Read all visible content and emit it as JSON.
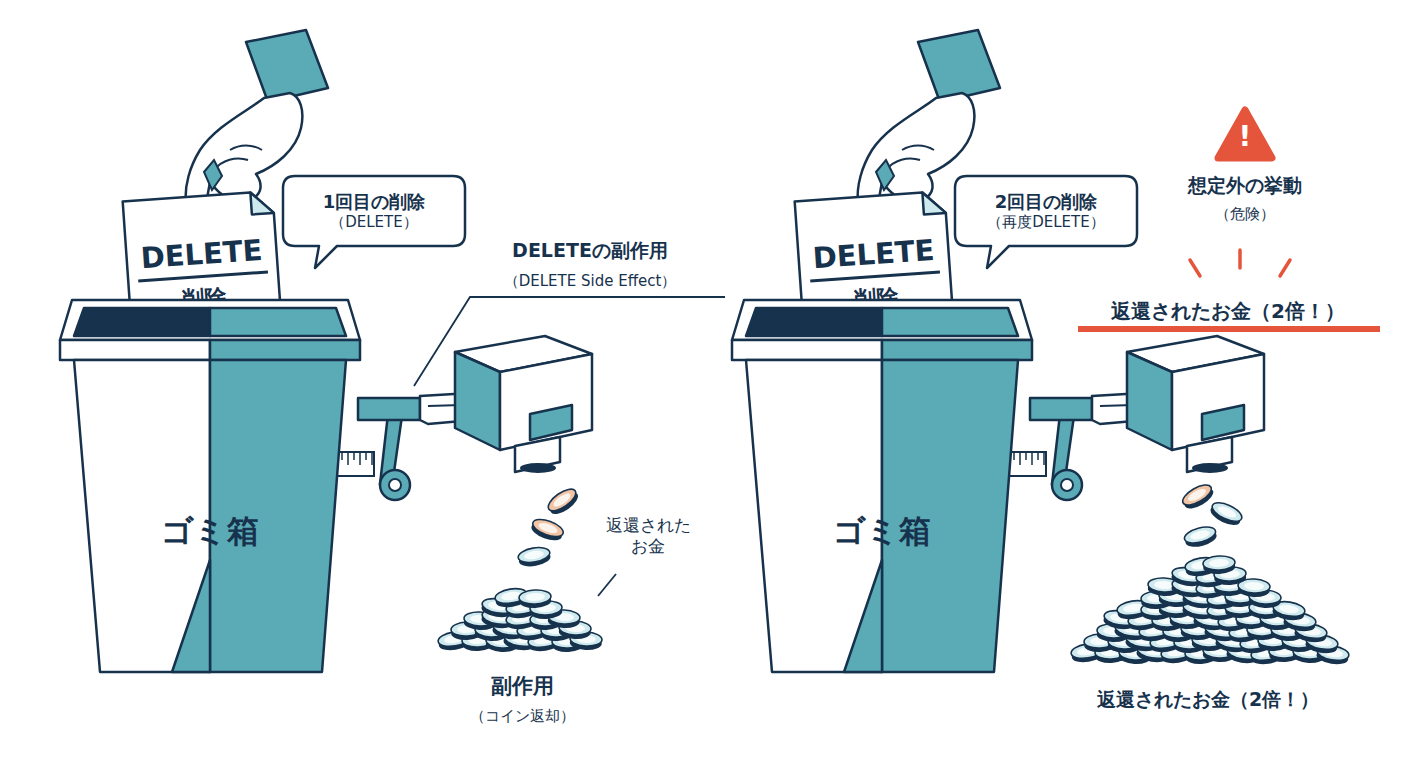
{
  "diagram": {
    "nodes": [
      {
        "text": [
          "DELETE",
          "削除"
        ]
      },
      {
        "text": [
          "1回目の削除",
          "（DELETE）"
        ]
      },
      {
        "text": [
          "ゴミ箱"
        ]
      },
      {
        "text": [
          "DELETE",
          "削除"
        ]
      },
      {
        "text": [
          "2回目の削除",
          "（再度DELETE）"
        ]
      },
      {
        "text": [
          "!"
        ]
      },
      {
        "text": [
          "ゴミ箱"
        ]
      }
    ],
    "labels": [
      "DELETEの副作用",
      "（DELETE Side Effect）",
      "想定外の挙動",
      "（危険）",
      "返還されたお金（2倍！）",
      "返還された お金",
      "副作用",
      "（コイン返却）",
      "返還されたお金（2倍！）"
    ]
  }
}
